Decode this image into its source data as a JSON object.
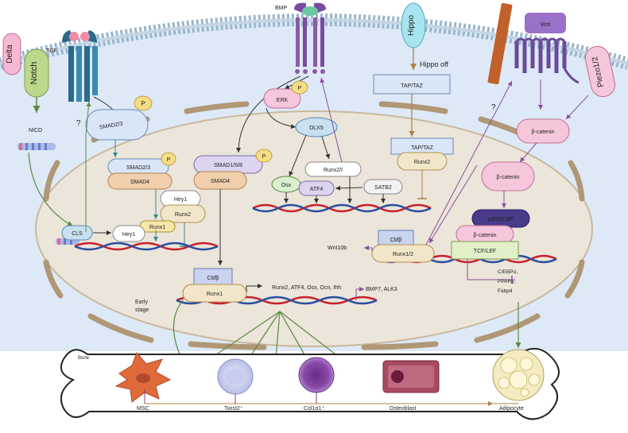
{
  "labels": {
    "delta": "Delta",
    "notch": "Notch",
    "tgf": "TGF",
    "bmp": "BMP",
    "hippo": "Hippo",
    "hippo_off": "Hippo off",
    "wnt": "Wnt",
    "piezo": "Piezo1/2",
    "nicd": "NICD",
    "question": "?",
    "p": "P",
    "smad23": "SMAD2/3",
    "smad4": "SMAD4",
    "smad158": "SMAD1/5/8",
    "erk": "ERK",
    "dlx5": "DLX5",
    "osx": "Osx",
    "runx2i": "Runx2/I",
    "atf4": "ATF4",
    "satb2": "SATB2",
    "taptaz": "TAP/TAZ",
    "runx2": "Runx2",
    "hey1": "Hey1",
    "runx1": "Runx1",
    "cls": "CLS",
    "cbfb": "Cbfβ",
    "runx12": "Runx1/2",
    "wnt10b": "Wnt10b",
    "beta_catenin": "β-catenin",
    "p300": "p300/CBP",
    "tcflef": "TCF/LEF",
    "cebp_1": "C/EBPα,",
    "cebp_2": "PPARγ,",
    "cebp_3": "Fabp4",
    "targets": "Runx2, ATF4, Osx, Ocn, Ihh",
    "bmp7": "BMP7, ALK3",
    "early_1": "Early",
    "early_2": "stage",
    "bone": "Bone",
    "msc": "MSC",
    "twist2": "Twist2⁺",
    "col1a1": "Col1α1⁺",
    "osteoblast": "Osteoblast",
    "adipocyte": "Adipocyte"
  },
  "colors": {
    "membrane": "#9ab6cc",
    "cytoplasm": "#dde9f6",
    "nucleus": "#ebe5da",
    "smad_blue": "#d8e6f8",
    "smad4_tan": "#f2cfac",
    "p_yellow": "#f7dc85",
    "pink": "#f6c6dc",
    "lilac": "#dcd4f0",
    "green_arrow": "#5a8a3c",
    "purple_arrow": "#8a4f9e",
    "brown_arrow": "#b08040",
    "dna_red": "#c8202c",
    "dna_blue": "#2a4ea0"
  }
}
